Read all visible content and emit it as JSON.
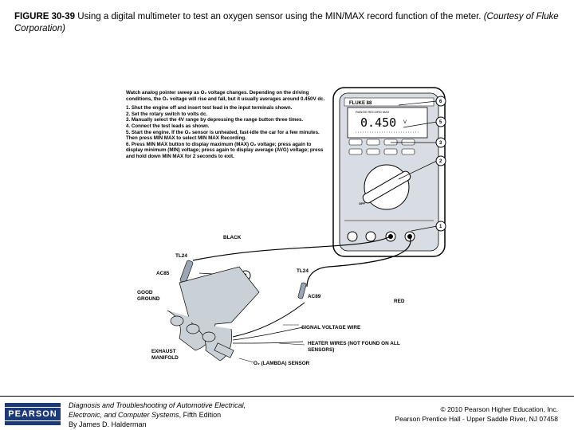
{
  "caption": {
    "figure_label": "FIGURE 30-39",
    "text": " Using a digital multimeter to test an oxygen sensor using the MIN/MAX record function of the meter. ",
    "credit": "(Courtesy of Fluke Corporation)"
  },
  "figure": {
    "intro": "Watch analog pointer sweep as O₂ voltage changes. Depending on the driving conditions, the O₂ voltage will rise and fall, but it usually averages around 0.450V dc.",
    "steps": [
      "1. Shut the engine off and insert test lead in the input terminals shown.",
      "2. Set the rotary switch to volts dc.",
      "3. Manually select the 4V range by depressing the range button three times.",
      "4. Connect the test leads as shown.",
      "5. Start the engine. If the O₂ sensor is unheated, fast-idle the car for a few minutes. Then press MIN MAX to select MIN MAX Recording.",
      "6. Press MIN MAX button to display maximum (MAX) O₂ voltage; press again to display minimum (MIN) voltage; press again to display average (AVG) voltage; press and hold down MIN MAX for 2 seconds to exit."
    ],
    "meter_brand": "FLUKE 88",
    "display_reading": "0.450",
    "display_header": "RANGE RECORD MAX",
    "display_unit": "V",
    "callouts": [
      "6",
      "5",
      "3",
      "2",
      "1",
      "4"
    ],
    "labels": {
      "black": "BLACK",
      "red": "RED",
      "tl24_left": "TL24",
      "tl24_right": "TL24",
      "ac85": "AC85",
      "ac89": "AC89",
      "good_ground": "GOOD GROUND",
      "exhaust_manifold": "EXHAUST MANIFOLD",
      "signal_wire": "SIGNAL VOLTAGE WIRE",
      "heater_wires": "HEATER WIRES (NOT FOUND ON ALL SENSORS)",
      "o2_sensor": "O₂ (LAMBDA) SENSOR",
      "off": "OFF"
    }
  },
  "footer": {
    "logo": "PEARSON",
    "book_title": "Diagnosis and Troubleshooting of Automotive Electrical, Electronic, and Computer Systems",
    "book_edition": ", Fifth Edition",
    "book_author": "By James D. Halderman",
    "copyright": "© 2010 Pearson Higher Education, Inc.",
    "publisher": "Pearson Prentice Hall - Upper Saddle River, NJ 07458"
  }
}
